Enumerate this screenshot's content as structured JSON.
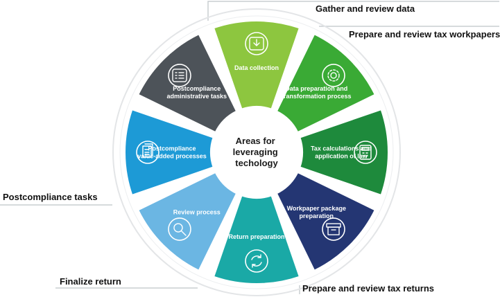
{
  "center": {
    "lines": [
      "Areas for",
      "leveraging",
      "techology"
    ]
  },
  "phases": [
    {
      "label": "Gather and review data"
    },
    {
      "label": "Prepare and review tax workpapers"
    },
    {
      "label": "Postcompliance tasks"
    },
    {
      "label": "Finalize return"
    },
    {
      "label": "Prepare and review tax returns"
    }
  ],
  "segments": [
    {
      "lines": [
        "Data collection"
      ],
      "color": "#8dc63f",
      "icon": "download-tray-icon"
    },
    {
      "lines": [
        "Data preparation and",
        "transformation process"
      ],
      "color": "#3aaa35",
      "icon": "gear-icon"
    },
    {
      "lines": [
        "Tax calculations and",
        "application of law"
      ],
      "color": "#1e8a3c",
      "icon": "calculator-icon"
    },
    {
      "lines": [
        "Workpaper package",
        "preparation"
      ],
      "color": "#243673",
      "icon": "archive-box-icon"
    },
    {
      "lines": [
        "Return preparation"
      ],
      "color": "#1aa9a6",
      "icon": "refresh-cycle-icon"
    },
    {
      "lines": [
        "Review process"
      ],
      "color": "#6bb6e3",
      "icon": "magnifier-icon"
    },
    {
      "lines": [
        "Postcompliance",
        "value-added processes"
      ],
      "color": "#1d9ad6",
      "icon": "documents-icon"
    },
    {
      "lines": [
        "Postcompliance",
        "administrative tasks"
      ],
      "color": "#4d5359",
      "icon": "checklist-icon"
    }
  ]
}
